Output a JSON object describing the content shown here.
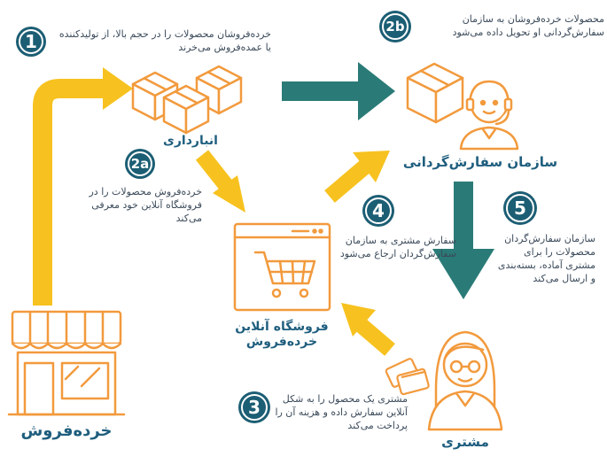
{
  "steps": {
    "s1": {
      "num": "1",
      "text": "خرده‌فروشان محصولات را در حجم بالا، از تولیدکننده یا عمده‌فروش می‌خرند"
    },
    "s2a": {
      "num": "2a",
      "text": "خرده‌فروش محصولات را در فروشگاه آنلاین خود معرفی می‌کند"
    },
    "s2b": {
      "num": "2b",
      "text": "محصولات خرده‌فروشان به سازمان سفارش‌گردانی او تحویل داده می‌شود"
    },
    "s3": {
      "num": "3",
      "text": "مشتری یک محصول را به شکل آنلاین سفارش داده و هزینه آن را پرداخت می‌کند"
    },
    "s4": {
      "num": "4",
      "text": "سفارش مشتری به سازمان سفارش‌گردان ارجاع می‌شود"
    },
    "s5": {
      "num": "5",
      "text": "سازمان سفارش‌گردان محصولات را برای مشتری آماده، بسته‌بندی و ارسال می‌کند"
    }
  },
  "nodes": {
    "warehouse": "انبارداری",
    "fulfillment": "سازمان سفارش‌گردانی",
    "store": "فروشگاه آنلاین خرده‌فروش",
    "customer": "مشتری",
    "retailer": "خرده‌فروش"
  },
  "colors": {
    "orange": "#f29a3d",
    "yellow": "#f7c21f",
    "teal": "#2a7b77",
    "navy": "#1c5e74",
    "label": "#1f5e7e"
  }
}
